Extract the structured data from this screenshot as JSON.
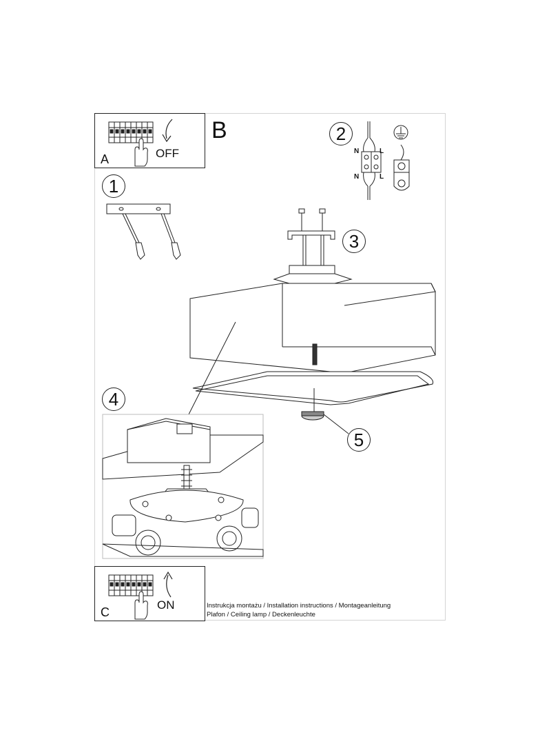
{
  "panels": {
    "a": {
      "letter": "A",
      "action_label": "OFF"
    },
    "c": {
      "letter": "C",
      "action_label": "ON"
    }
  },
  "section_letter": "B",
  "steps": [
    "1",
    "2",
    "3",
    "4",
    "5"
  ],
  "wiring": {
    "neutral": "N",
    "live": "L"
  },
  "captions": {
    "line1": "Instrukcja montażu / Installation instructions / Montageanleitung",
    "line2": "Plafon / Ceiling lamp / Deckenleuchte"
  },
  "icons": [
    "circuit-breaker-icon",
    "hand-icon",
    "off-arrow-icon",
    "on-arrow-icon",
    "ground-symbol-icon",
    "terminal-block-icon",
    "ground-terminal-icon",
    "screw-icon",
    "wall-plug-icon"
  ]
}
